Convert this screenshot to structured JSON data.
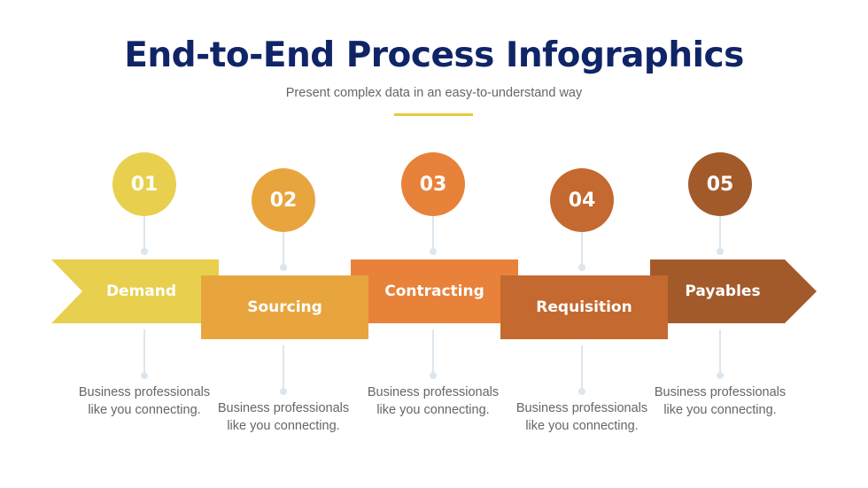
{
  "header": {
    "title": "End-to-End Process Infographics",
    "subtitle": "Present complex data in an easy-to-understand way",
    "accent_color": "#E8C93E"
  },
  "steps": [
    {
      "number": "01",
      "label": "Demand",
      "description": "Business professionals like you connecting.",
      "color": "#E8D04E",
      "shape": "notched-start"
    },
    {
      "number": "02",
      "label": "Sourcing",
      "description": "Business professionals like you connecting.",
      "color": "#E8A53E",
      "shape": "rectangle"
    },
    {
      "number": "03",
      "label": "Contracting",
      "description": "Business professionals like you connecting.",
      "color": "#E8823A",
      "shape": "rectangle"
    },
    {
      "number": "04",
      "label": "Requisition",
      "description": "Business professionals like you connecting.",
      "color": "#C4692F",
      "shape": "rectangle"
    },
    {
      "number": "05",
      "label": "Payables",
      "description": "Business professionals like you connecting.",
      "color": "#A35A2A",
      "shape": "arrow-end"
    }
  ]
}
